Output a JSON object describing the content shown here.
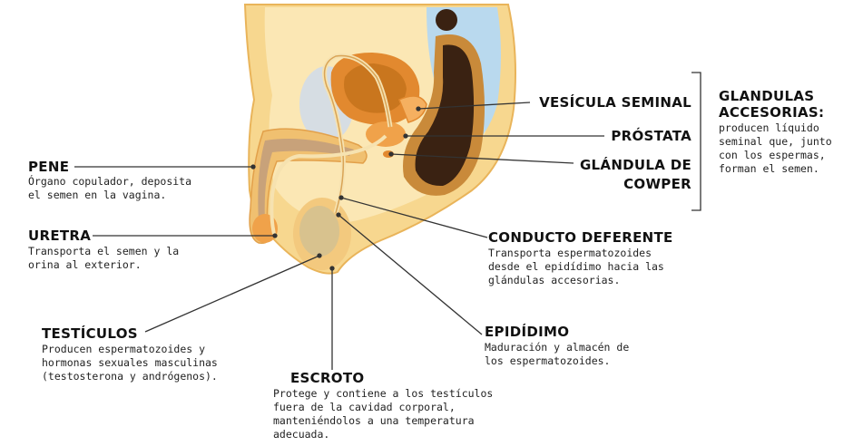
{
  "labels": {
    "pene": {
      "title": "PENE",
      "desc": "Órgano copulador, deposita\nel semen en la vagina."
    },
    "uretra": {
      "title": "URETRA",
      "desc": "Transporta el semen y la\norina al exterior."
    },
    "testiculos": {
      "title": "TESTÍCULOS",
      "desc": "Producen espermatozoides y\nhormonas sexuales masculinas\n(testosterona y andrógenos)."
    },
    "escroto": {
      "title": "ESCROTO",
      "desc": "Protege y contiene a los testículos\nfuera de la cavidad corporal,\nmanteniéndolos a una temperatura\nadecuada."
    },
    "epididimo": {
      "title": "EPIDÍDIMO",
      "desc": "Maduración y almacén de\nlos espermatozoides."
    },
    "conducto": {
      "title": "CONDUCTO DEFERENTE",
      "desc": "Transporta espermatozoides\ndesde el epidídimo hacia las\nglándulas accesorias."
    },
    "vesicula": {
      "title": "VESÍCULA SEMINAL"
    },
    "prostata": {
      "title": "PRÓSTATA"
    },
    "cowper": {
      "title": "GLÁNDULA DE\nCOWPER"
    },
    "glandulas": {
      "title": "GLANDULAS\nACCESORIAS:",
      "desc": "producen líquido\nseminal que, junto\ncon los espermas,\nforman el semen."
    }
  },
  "colors": {
    "skin": "#f7d78f",
    "skin_light": "#fbe7b4",
    "skin_edge": "#e9b45a",
    "bladder": "#e2892f",
    "bladder_inner": "#c9761e",
    "rectum_dark": "#3a2212",
    "rectum_ring": "#c98a3a",
    "pubis": "#d6dde3",
    "blue": "#b9d9ee",
    "testis": "#d8c28e",
    "line": "#333333"
  }
}
